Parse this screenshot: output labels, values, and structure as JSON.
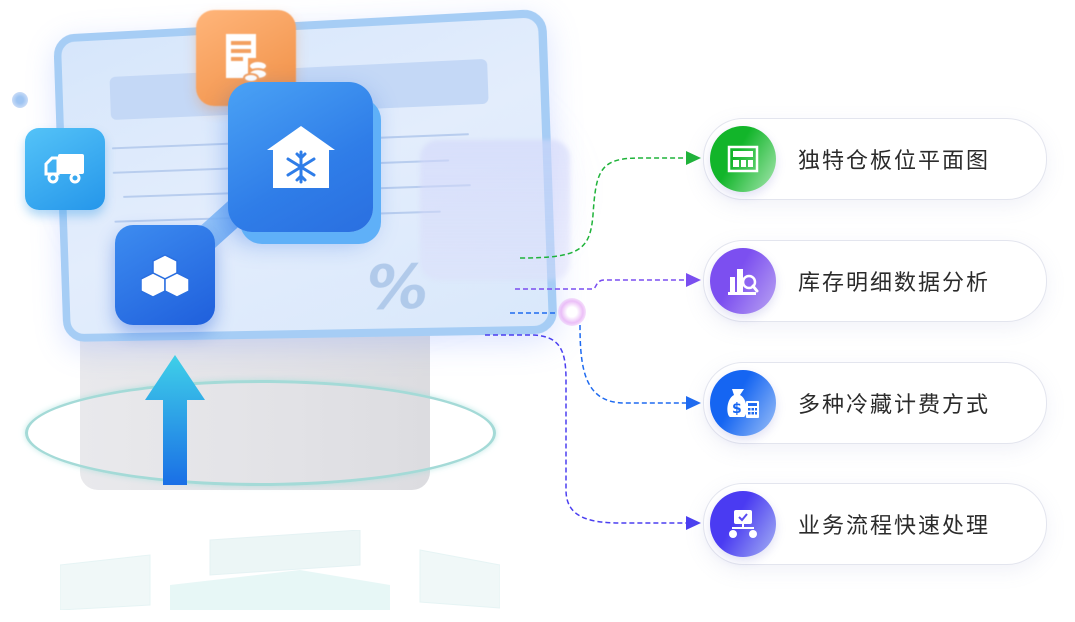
{
  "features": [
    {
      "label": "独特仓板位平面图",
      "icon": "floor-plan-grid-icon",
      "color_start": "#12b52a",
      "color_end": "#a9e7b2",
      "connector_color": "#1fb33a"
    },
    {
      "label": "库存明细数据分析",
      "icon": "data-analysis-magnifier-icon",
      "color_start": "#7c4ff0",
      "color_end": "#b9a4f2",
      "connector_color": "#7a4ef0"
    },
    {
      "label": "多种冷藏计费方式",
      "icon": "money-bag-calculator-icon",
      "color_start": "#1565f2",
      "color_end": "#9cc0f7",
      "connector_color": "#1e6af0"
    },
    {
      "label": "业务流程快速处理",
      "icon": "workflow-monitor-icon",
      "color_start": "#4a3bf2",
      "color_end": "#a5b2f3",
      "connector_color": "#4b3ff0"
    }
  ],
  "illustration": {
    "screen_symbol": "%",
    "tiles": [
      "bill-coins-icon",
      "truck-icon",
      "cold-storage-house-snowflake-icon",
      "stacked-boxes-icon"
    ],
    "arrow": "up-arrow-icon"
  }
}
